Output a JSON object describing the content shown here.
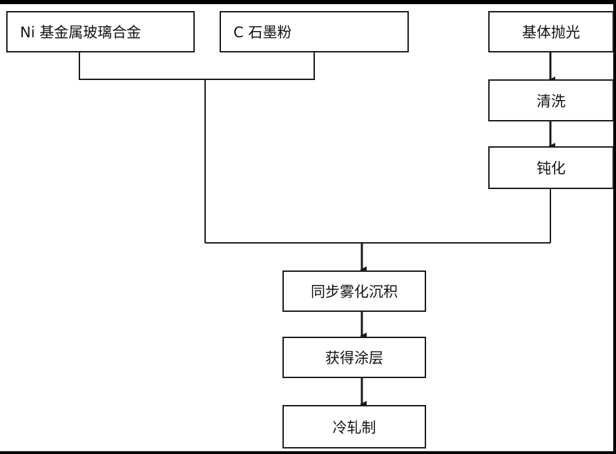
{
  "diagram": {
    "nodes": {
      "ni_alloy": "Ni 基金属玻璃合金",
      "graphite": "C 石墨粉",
      "polish": "基体抛光",
      "clean": "清洗",
      "passivate": "钝化",
      "deposit": "同步雾化沉积",
      "coating": "获得涂层",
      "cold_roll": "冷轧制"
    },
    "edges": [
      [
        "ni_alloy",
        "deposit"
      ],
      [
        "graphite",
        "deposit"
      ],
      [
        "polish",
        "clean"
      ],
      [
        "clean",
        "passivate"
      ],
      [
        "passivate",
        "deposit"
      ],
      [
        "deposit",
        "coating"
      ],
      [
        "coating",
        "cold_roll"
      ]
    ],
    "colors": {
      "line": "#1a1a1a",
      "box_border": "#1a1a1a",
      "background": "#ffffff"
    }
  }
}
